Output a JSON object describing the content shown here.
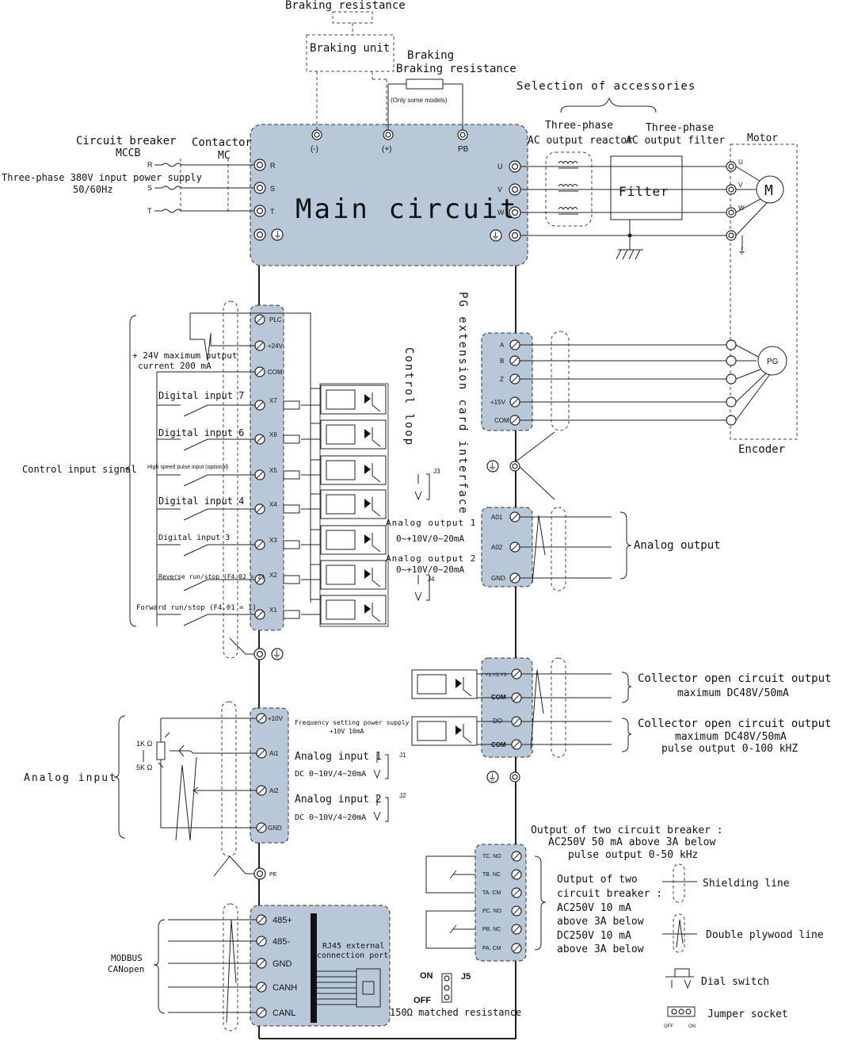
{
  "top": {
    "braking_resistance_top": "Braking resistance",
    "braking_unit": "Braking unit",
    "braking_resistance": "Braking resistance",
    "only_some_models": "(Only some models)",
    "dc_minus": "(-)",
    "dc_plus": "(+)",
    "pb": "PB",
    "selection_accessories": "Selection of accessories",
    "reactor_line1": "Three-phase",
    "reactor_line2": "AC output reactor",
    "filter_line1": "Three-phase",
    "filter_line2": "AC output filter",
    "filter_box": "Filter",
    "motor": "Motor",
    "motor_symbol": "M",
    "encoder": "Encoder",
    "pg_symbol": "PG"
  },
  "input": {
    "circuit_breaker": "Circuit breaker",
    "mccb": "MCCB",
    "contactor": "Contactor",
    "mc": "MC",
    "supply_line1": "Three-phase 380V input power supply",
    "supply_line2": "50/60Hz",
    "phases": [
      "R",
      "S",
      "T"
    ]
  },
  "main_circuit": {
    "title": "Main circuit",
    "left_terminals": [
      "R",
      "S",
      "T"
    ],
    "right_terminals": [
      "U",
      "V",
      "W"
    ]
  },
  "control": {
    "title": "Control loop",
    "pg_interface": "PG extension card interface",
    "left_terminals": [
      "PLC",
      "+24V",
      "COM",
      "X7",
      "X6",
      "X5",
      "X4",
      "X3",
      "X2",
      "X1"
    ],
    "plus24_line1": "+ 24V maximum output",
    "plus24_line2": "current 200 mA",
    "control_input_signal": "Control input signal",
    "inputs": {
      "x7": "Digital input 7",
      "x6": "Digital input 6",
      "x5": "High speed pulse input (optional)",
      "x4": "Digital input 4",
      "x3": "Digital input 3",
      "x2": "Reverse run/stop (F4.02 = 2)",
      "x1": "Forward run/stop (F4.01 = 1)"
    },
    "j3": "J3",
    "j4": "J4",
    "analog_output1": "Analog output 1",
    "analog_output1_range": "0~+10V/0~20mA",
    "analog_output2": "Analog output 2",
    "analog_output2_range": "0~+10V/0~20mA"
  },
  "pg": {
    "terminals": [
      "A",
      "B",
      "Z",
      "+15V",
      "COM"
    ]
  },
  "analog_out": {
    "terminals": [
      "A01",
      "A02",
      "GND"
    ],
    "label": "Analog output"
  },
  "collector": {
    "terminals": [
      "Y1.Y2.Y3",
      "COM",
      "DO",
      "COM"
    ],
    "out1_line1": "Collector open circuit output",
    "out1_line2": "maximum DC48V/50mA",
    "out2_line1": "Collector open circuit output",
    "out2_line2": "maximum DC48V/50mA",
    "out2_line3": "pulse output 0-100 kHZ"
  },
  "analog_in": {
    "terminals": [
      "+10V",
      "Ai1",
      "Ai2",
      "GND"
    ],
    "label": "Analog input",
    "pot_1k": "1K Ω",
    "pot_5k": "5K Ω",
    "freq_line1": "Frequency setting power supply",
    "freq_line2": "+10V 10mA",
    "ai1": "Analog input 1",
    "ai1_range": "DC  0~10V/4~20mA",
    "ai2": "Analog input 2",
    "ai2_range": "DC  0~10V/4~20mA",
    "j1": "J1",
    "j2": "J2",
    "pe": "PE"
  },
  "relay": {
    "terminals": [
      "TC. NO",
      "TB. NC",
      "TA. CM",
      "PC. NO",
      "PB. NC",
      "PA. CM"
    ],
    "top_line1": "Output of two circuit breaker :",
    "top_line2": "AC250V 50 mA above 3A below",
    "top_line3": "pulse output 0-50 kHz",
    "side_lines": [
      "Output of two",
      "circuit breaker :",
      "AC250V 10 mA",
      "above 3A below",
      "DC250V 10 mA",
      "above 3A below"
    ]
  },
  "comm": {
    "terminals": [
      "485+",
      "485-",
      "GND",
      "CANH",
      "CANL"
    ],
    "label_line1": "MODBUS",
    "label_line2": "CANopen",
    "rj45_line1": "RJ45 external",
    "rj45_line2": "connection port",
    "on": "ON",
    "off": "OFF",
    "j5": "J5",
    "matched": "150Ω matched resistance"
  },
  "legend": {
    "shielding": "Shielding line",
    "plywood": "Double plywood line",
    "dial": "Dial switch",
    "jumper": "Jumper socket",
    "off_small": "OFF",
    "on_small": "ON"
  }
}
